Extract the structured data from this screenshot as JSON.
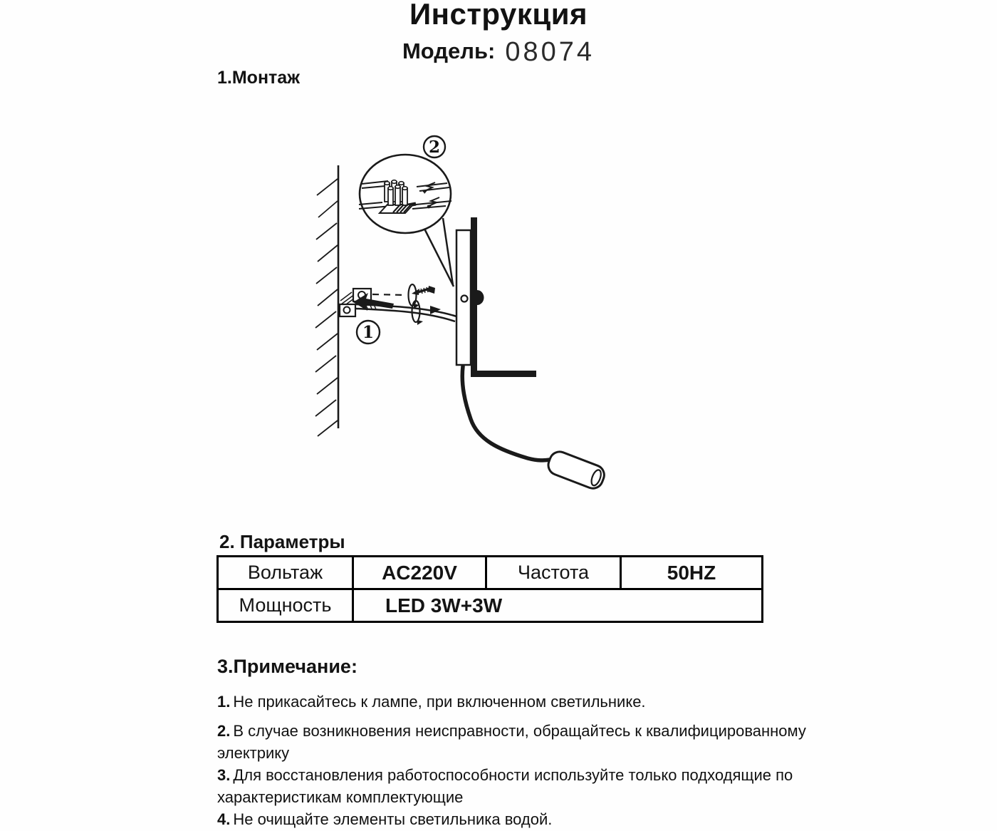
{
  "page": {
    "title": "Инструкция",
    "model_label": "Модель:",
    "model_number": "08074"
  },
  "sections": {
    "montage_heading": "1.Монтаж",
    "params_heading": "2. Параметры",
    "notes_heading": "3.Примечание:"
  },
  "diagram": {
    "callout_1": "1",
    "callout_2": "2"
  },
  "table": {
    "rows": [
      {
        "cells": [
          "Вольтаж",
          "AC220V",
          "Частота",
          "50HZ"
        ]
      },
      {
        "cells": [
          "Мощность",
          "LED 3W+3W"
        ]
      }
    ]
  },
  "notes": [
    {
      "num": "1.",
      "text": [
        "Не прикасайтесь к лампе, при включенном светильнике."
      ]
    },
    {
      "num": "2.",
      "text": [
        "В случае возникновения неисправности, обращайтесь к квалифицированному",
        "электрику"
      ]
    },
    {
      "num": "3.",
      "text": [
        "Для восстановления работоспособности используйте только подходящие по",
        "характеристикам комплектующие"
      ]
    },
    {
      "num": "4.",
      "text": [
        "Не очищайте элементы светильника водой."
      ]
    }
  ],
  "colors": {
    "ink": "#1a1a1a",
    "paper": "#fefefe"
  }
}
